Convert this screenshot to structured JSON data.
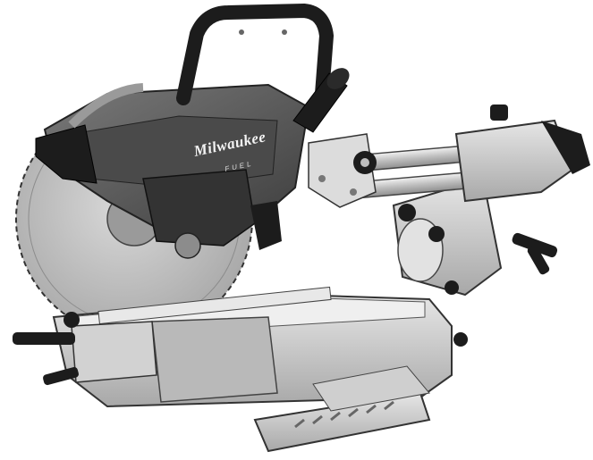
{
  "image": {
    "subject": "miter-saw",
    "background_color": "#ffffff",
    "brand_text": "Milwaukee",
    "model_text": "FUEL",
    "colors": {
      "metal": "#c9c9c9",
      "metal_dark": "#9b9b9b",
      "housing": "#5a5a5a",
      "rubber": "#1c1c1c",
      "blade": "#bdbdbd"
    }
  }
}
